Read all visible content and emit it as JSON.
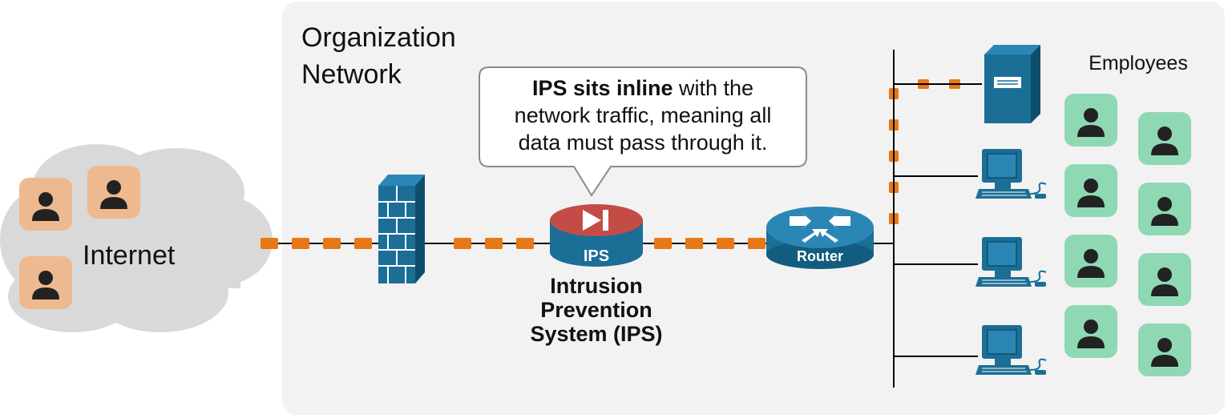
{
  "org_title_line1": "Organization",
  "org_title_line2": "Network",
  "internet_label": "Internet",
  "callout": {
    "line1_bold": "IPS sits inline",
    "line1_rest": " with the",
    "line2": "network traffic, meaning all",
    "line3": "data must pass through it."
  },
  "ips": {
    "badge": "IPS",
    "caption_line1": "Intrusion",
    "caption_line2": "Prevention",
    "caption_line3": "System (IPS)"
  },
  "router_label": "Router",
  "employees_label": "Employees",
  "colors": {
    "network_bg": "#f2f2f2",
    "device_blue": "#1b6e96",
    "ips_red": "#c44c47",
    "traffic_orange": "#e87716",
    "employee_green": "#8fd8b4",
    "internet_user_tan": "#efb98f",
    "cloud_gray": "#d9d9d9"
  }
}
